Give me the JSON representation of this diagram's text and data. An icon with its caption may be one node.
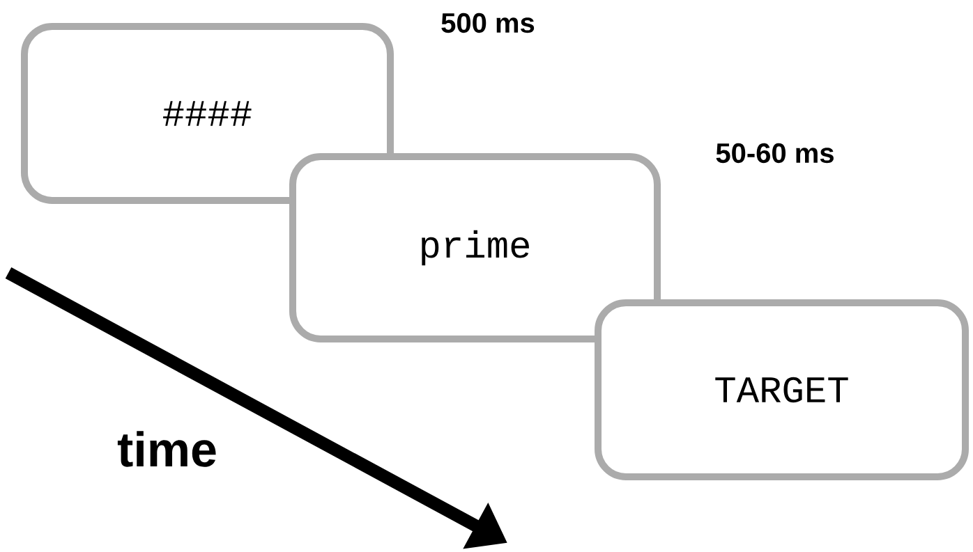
{
  "diagram": {
    "nodes": [
      {
        "text": [
          "####"
        ],
        "beside": [
          "500 ms"
        ]
      },
      {
        "text": [
          "prime"
        ],
        "beside": [
          "50-60 ms"
        ]
      },
      {
        "text": [
          "TARGET"
        ]
      }
    ],
    "labels": [
      "time"
    ]
  }
}
